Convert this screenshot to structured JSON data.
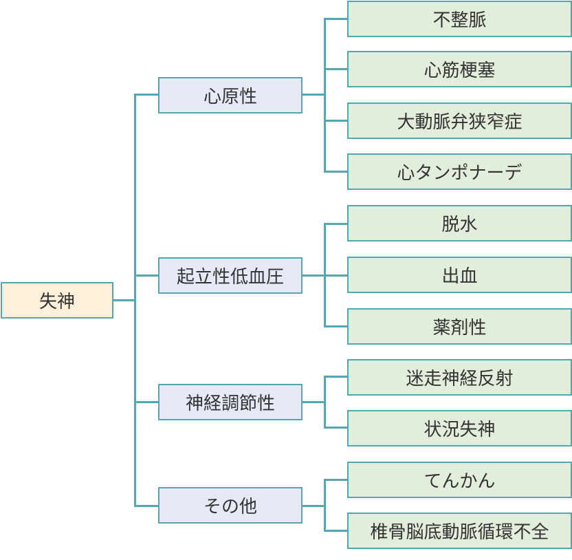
{
  "colors": {
    "line": "#4fa8b4",
    "root_fill": "#fff0d9",
    "category_fill": "#e6eaf6",
    "cause_fill": "#e2eedb",
    "text": "#333333"
  },
  "root": {
    "label": "失神"
  },
  "categories": [
    {
      "label": "心原性",
      "children": [
        "不整脈",
        "心筋梗塞",
        "大動脈弁狭窄症",
        "心タンポナーデ"
      ]
    },
    {
      "label": "起立性低血圧",
      "children": [
        "脱水",
        "出血",
        "薬剤性"
      ]
    },
    {
      "label": "神経調節性",
      "children": [
        "迷走神経反射",
        "状況失神"
      ]
    },
    {
      "label": "その他",
      "children": [
        "てんかん",
        "椎骨脳底動脈循環不全"
      ]
    }
  ]
}
